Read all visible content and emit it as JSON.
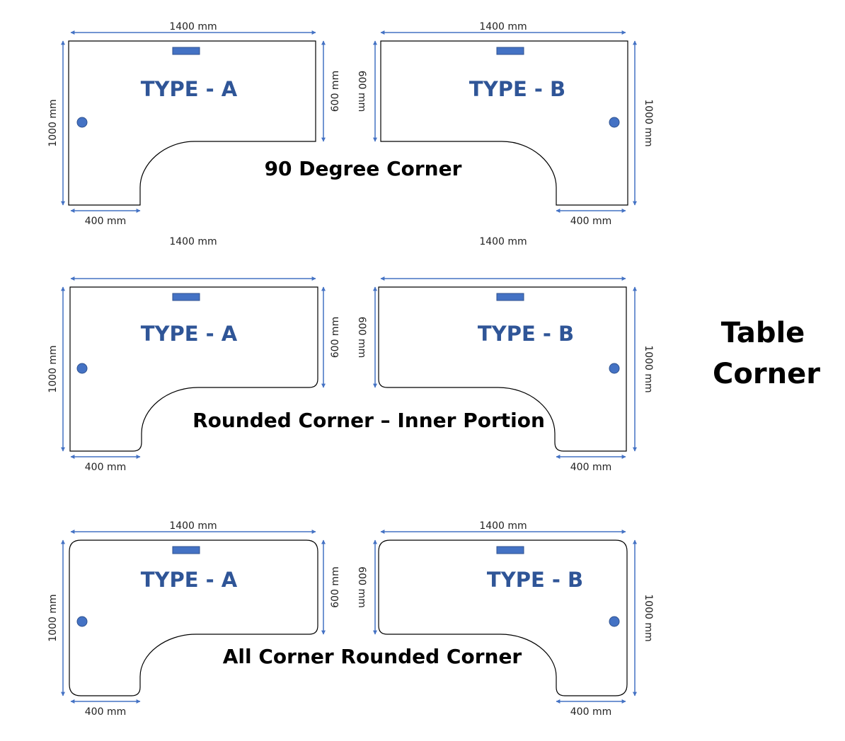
{
  "side_title": {
    "line1": "Table",
    "line2": "Corner"
  },
  "colors": {
    "accent": "#4472C4",
    "label": "#2F5597",
    "outline": "#000000"
  },
  "rows": [
    {
      "title": "90 Degree Corner",
      "corner_style": "square",
      "A": {
        "label": "TYPE - A",
        "width": "1400 mm",
        "depth": "1000 mm",
        "return_depth": "600 mm",
        "leg_width": "400 mm"
      },
      "B": {
        "label": "TYPE - B",
        "width": "1400 mm",
        "depth": "1000 mm",
        "return_depth": "600 mm",
        "leg_width": "400 mm"
      }
    },
    {
      "title": "Rounded Corner – Inner Portion",
      "corner_style": "inner-rounded",
      "A": {
        "label": "TYPE - A",
        "width": "1400 mm",
        "depth": "1000 mm",
        "return_depth": "600 mm",
        "leg_width": "400 mm"
      },
      "B": {
        "label": "TYPE - B",
        "width": "1400 mm",
        "depth": "1000 mm",
        "return_depth": "600 mm",
        "leg_width": "400 mm"
      }
    },
    {
      "title": "All Corner Rounded Corner",
      "corner_style": "all-rounded",
      "A": {
        "label": "TYPE - A",
        "width": "1400 mm",
        "depth": "1000 mm",
        "return_depth": "600 mm",
        "leg_width": "400 mm"
      },
      "B": {
        "label": "TYPE - B",
        "width": "1400 mm",
        "depth": "1000 mm",
        "return_depth": "600 mm",
        "leg_width": "400 mm"
      }
    }
  ]
}
